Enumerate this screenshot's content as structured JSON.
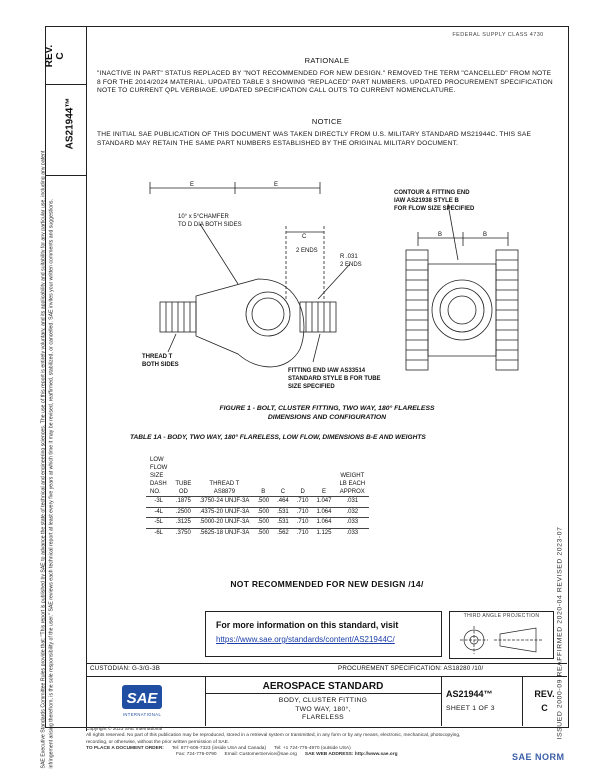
{
  "side": {
    "rev_label": "REV.",
    "rev_value": "C",
    "doc_number": "AS21944™",
    "legal_notice": "SAE Executive Standards Committee Rules provide that: \"This report is published by SAE to advance the state of technical and engineering sciences. The use of this report is entirely voluntary, and its applicability and suitability for any particular use, including any patent infringement arising therefrom, is the sole responsibility of the user.\" SAE reviews each technical report at least every five years at which time it may be revised, reaffirmed, stabilized, or cancelled. SAE invites your written comments and suggestions.",
    "history": "ISSUED 2000-09    REAFFIRMED 2020-04    REVISED 2023-07"
  },
  "stamp": "FEDERAL SUPPLY CLASS 4730",
  "rationale": {
    "heading": "RATIONALE",
    "text": "\"INACTIVE IN PART\" STATUS REPLACED BY \"NOT RECOMMENDED FOR NEW DESIGN.\" REMOVED THE TERM \"CANCELLED\" FROM NOTE 8 FOR THE 2014/2024 MATERIAL. UPDATED TABLE 3 SHOWING \"REPLACED\" PART NUMBERS. UPDATED PROCUREMENT SPECIFICATION NOTE TO CURRENT QPL VERBIAGE. UPDATED SPECIFICATION CALL OUTS TO CURRENT NOMENCLATURE."
  },
  "notice": {
    "heading": "NOTICE",
    "text": "THE INITIAL SAE PUBLICATION OF THIS DOCUMENT WAS TAKEN DIRECTLY FROM U.S. MILITARY STANDARD MS21944C. THIS SAE STANDARD MAY RETAIN THE SAME PART NUMBERS ESTABLISHED BY THE ORIGINAL MILITARY DOCUMENT."
  },
  "figure": {
    "labels": {
      "e1": "E",
      "e2": "E",
      "chamfer_1": "10° x 5°CHAMFER",
      "chamfer_2": "TO D DIA BOTH SIDES",
      "c_dim": "C",
      "c_ends": "2 ENDS",
      "r_dim": "R .031",
      "r_ends": "2 ENDS",
      "contour_1": "CONTOUR & FITTING END",
      "contour_2": "IAW AS21938 STYLE B",
      "contour_3": "FOR FLOW SIZE SPECIFIED",
      "b1": "B",
      "b2": "B",
      "thread_1": "THREAD T",
      "thread_2": "BOTH SIDES",
      "fitting_1": "FITTING END IAW AS33514",
      "fitting_2": "STANDARD STYLE B FOR TUBE",
      "fitting_3": "SIZE SPECIFIED"
    },
    "caption_1": "FIGURE 1 - BOLT, CLUSTER FITTING, TWO WAY, 180° FLARELESS",
    "caption_2": "DIMENSIONS AND CONFIGURATION"
  },
  "table": {
    "caption": "TABLE 1A - BODY, TWO WAY, 180° FLARELESS, LOW FLOW, DIMENSIONS B-E AND WEIGHTS",
    "headers": [
      "LOW\nFLOW\nSIZE\nDASH\nNO.",
      "TUBE\nOD",
      "THREAD T\nAS8879",
      "B",
      "C",
      "D",
      "E",
      "WEIGHT\nLB EACH\nAPPROX"
    ],
    "rows": [
      [
        "-3L",
        ".1875",
        ".3750-24 UNJF-3A",
        ".500",
        ".464",
        ".710",
        "1.047",
        ".031"
      ],
      [
        "-4L",
        ".2500",
        ".4375-20 UNJF-3A",
        ".500",
        ".531",
        ".710",
        "1.064",
        ".032"
      ],
      [
        "-5L",
        ".3125",
        ".5000-20 UNJF-3A",
        ".500",
        ".531",
        ".710",
        "1.064",
        ".033"
      ],
      [
        "-6L",
        ".3750",
        ".5625-18 UNJF-3A",
        ".500",
        ".562",
        ".710",
        "1.125",
        ".033"
      ]
    ]
  },
  "not_recommended": "NOT RECOMMENDED FOR NEW DESIGN /14/",
  "info": {
    "title": "For more information on this standard, visit",
    "link": "https://www.sae.org/standards/content/AS21944C/"
  },
  "projection": "THIRD ANGLE PROJECTION",
  "custodian": "CUSTODIAN: G-3/G-3B",
  "procurement": "PROCUREMENT SPECIFICATION: AS18280 /10/",
  "title_block": {
    "standard": "AEROSPACE STANDARD",
    "title_1": "BODY, CLUSTER FITTING",
    "title_2": "TWO WAY, 180°,",
    "title_3": "FLARELESS",
    "doc_number": "AS21944™",
    "sheet": "SHEET 1 OF 3",
    "rev_label": "REV.",
    "rev_value": "C",
    "logo_text": "SAE",
    "logo_sub": "INTERNATIONAL"
  },
  "footer": {
    "line1": "Copyright © 2023 SAE International",
    "line2": "All rights reserved. No part of this publication may be reproduced, stored in a retrieval system or transmitted, in any form or by any means, electronic, mechanical, photocopying,",
    "line3": "recording, or otherwise, without the prior written permission of SAE.",
    "order_label": "TO PLACE A DOCUMENT ORDER:",
    "tel": "Tel: 877-606-7323 (inside USA and Canada)",
    "tel2": "Tel: +1 724-776-4970 (outside USA)",
    "fax": "Fax: 724-776-0790",
    "email": "Email: CustomerService@sae.org",
    "web": "SAE WEB ADDRESS: http://www.sae.org"
  },
  "watermark": "SAE NORM"
}
